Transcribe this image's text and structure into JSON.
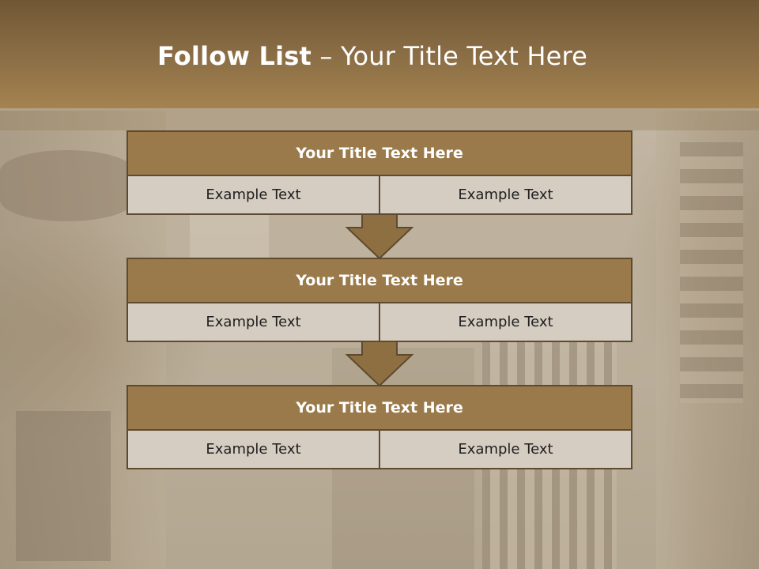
{
  "slide": {
    "title_bold": "Follow List",
    "title_rest": "– Your Title Text Here"
  },
  "flow": [
    {
      "heading": "Your Title Text Here",
      "left": "Example Text",
      "right": "Example Text"
    },
    {
      "heading": "Your Title Text Here",
      "left": "Example Text",
      "right": "Example Text"
    },
    {
      "heading": "Your Title Text Here",
      "left": "Example Text",
      "right": "Example Text"
    }
  ],
  "colors": {
    "header": "#8a6d45",
    "block_head": "#9a7a4a",
    "cell": "#d5cdc1",
    "border": "#5e4a2f"
  },
  "icons": [
    "down-arrow-icon"
  ]
}
